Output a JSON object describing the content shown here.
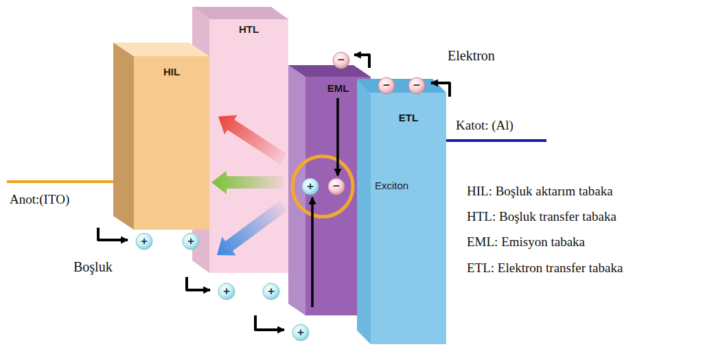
{
  "diagram": {
    "nodes": [
      {
        "text": [
          "HIL"
        ]
      },
      {
        "text": [
          "HTL"
        ]
      },
      {
        "text": [
          "EML"
        ]
      },
      {
        "text": [
          "Exciton"
        ],
        "in": 2
      },
      {
        "text": [
          "+"
        ],
        "in": 3
      },
      {
        "text": [
          "−"
        ],
        "in": 3
      },
      {
        "text": [
          "ETL"
        ]
      },
      {
        "text": [
          "−"
        ]
      },
      {
        "text": [
          "−"
        ]
      },
      {
        "text": [
          "−"
        ]
      },
      {
        "text": [
          "+"
        ]
      },
      {
        "text": [
          "+"
        ]
      },
      {
        "text": [
          "+"
        ]
      },
      {
        "text": [
          "+"
        ]
      },
      {
        "text": [
          "+"
        ]
      }
    ],
    "labels": [
      "Elektron",
      "Katot: (Al)",
      "Anot:(ITO)",
      "Boşluk",
      "HIL: Boşluk aktarım tabaka",
      "HTL: Boşluk transfer tabaka",
      "EML: Emisyon tabaka",
      "ETL: Elektron transfer tabaka"
    ]
  }
}
